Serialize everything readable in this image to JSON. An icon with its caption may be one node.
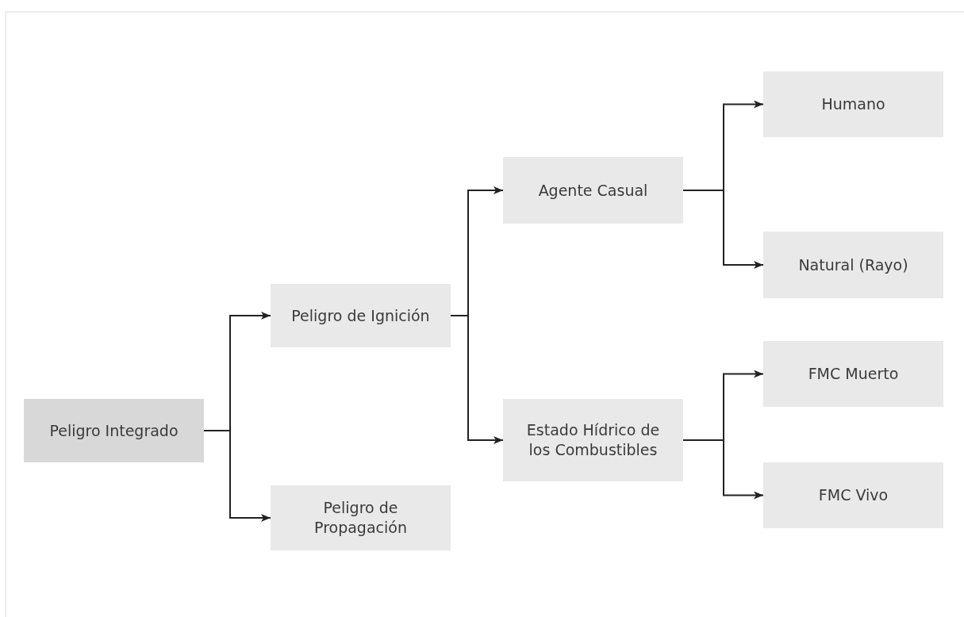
{
  "diagram": {
    "nodes": [
      {
        "text": [
          "Peligro Integrado"
        ]
      },
      {
        "text": [
          "Peligro de Ignición"
        ]
      },
      {
        "text": [
          "Peligro de Propagación"
        ]
      },
      {
        "text": [
          "Agente Casual"
        ]
      },
      {
        "text": [
          "Estado Hídrico de los Combustibles"
        ]
      },
      {
        "text": [
          "Humano"
        ]
      },
      {
        "text": [
          "Natural (Rayo)"
        ]
      },
      {
        "text": [
          "FMC Muerto"
        ]
      },
      {
        "text": [
          "FMC Vivo"
        ]
      }
    ],
    "edges": [
      {
        "from": 0,
        "to": 1,
        "arrow": "to"
      },
      {
        "from": 0,
        "to": 2,
        "arrow": "to"
      },
      {
        "from": 1,
        "to": 3,
        "arrow": "to"
      },
      {
        "from": 1,
        "to": 4,
        "arrow": "to"
      },
      {
        "from": 3,
        "to": 5,
        "arrow": "to"
      },
      {
        "from": 3,
        "to": 6,
        "arrow": "to"
      },
      {
        "from": 4,
        "to": 7,
        "arrow": "to"
      },
      {
        "from": 4,
        "to": 8,
        "arrow": "to"
      }
    ]
  }
}
